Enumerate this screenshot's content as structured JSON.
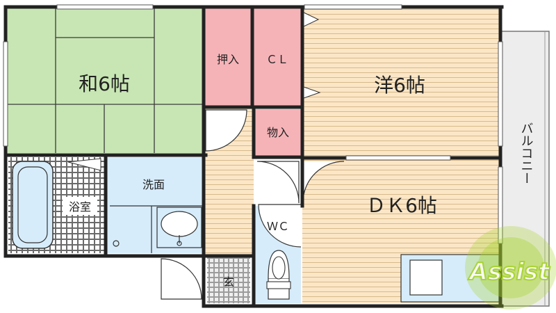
{
  "rooms": {
    "washitsu": "和6帖",
    "oshiire": "押入",
    "closet": "ＣＬ",
    "youshitsu": "洋6帖",
    "monoire": "物入",
    "dk": "ＤＫ6帖",
    "senmen": "洗面",
    "yokushitsu": "浴室",
    "wc": "ＷＣ",
    "genkan": "玄",
    "balcony": "バルコニー"
  },
  "watermark": {
    "text": "Assist"
  },
  "colors": {
    "tatami": "#c8e6b4",
    "wood": "#fbe6c6",
    "storage": "#f5b3b8",
    "wet": "#d6ecfa",
    "wall": "#222222",
    "balcony": "#ededed",
    "logo": "#a6d32a"
  }
}
